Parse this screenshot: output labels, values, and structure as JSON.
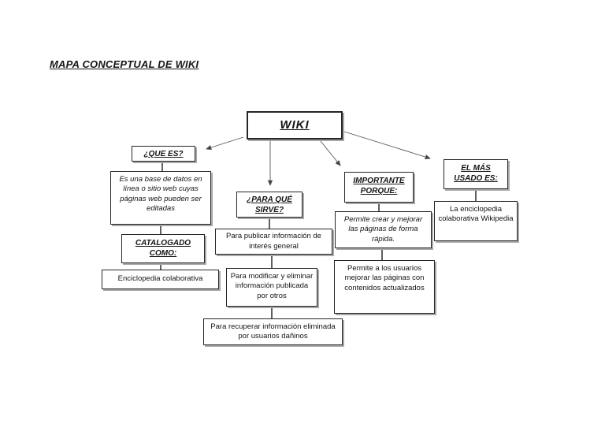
{
  "page": {
    "title": "MAPA CONCEPTUAL DE WIKI"
  },
  "diagram": {
    "root": {
      "label": "WIKI"
    },
    "que_es": {
      "header": "¿QUE ES?",
      "definition": "Es una base de datos en línea o sitio web cuyas páginas web pueden ser editadas",
      "catalog_header": "CATALOGADO COMO:",
      "catalog_value": "Enciclopedia colaborativa"
    },
    "para_que_sirve": {
      "header": "¿PARA QUÉ SIRVE?",
      "items": [
        "Para publicar información de interés general",
        "Para modificar y eliminar información publicada por otros",
        "Para recuperar información eliminada por usuarios dañinos"
      ]
    },
    "importante": {
      "header": "IMPORTANTE PORQUE:",
      "items": [
        "Permite crear y mejorar las páginas de forma rápida.",
        "Permite a los usuarios mejorar las páginas con contenidos actualizados"
      ]
    },
    "mas_usado": {
      "header": "EL MÁS USADO ES:",
      "value": "La enciclopedia colaborativa Wikipedia"
    }
  },
  "colors": {
    "background": "#ffffff",
    "text": "#141414",
    "box_border": "#262626",
    "box_shadow": "#a8a8a8",
    "connector": "#2b2b2b",
    "arrow": "#555555"
  }
}
